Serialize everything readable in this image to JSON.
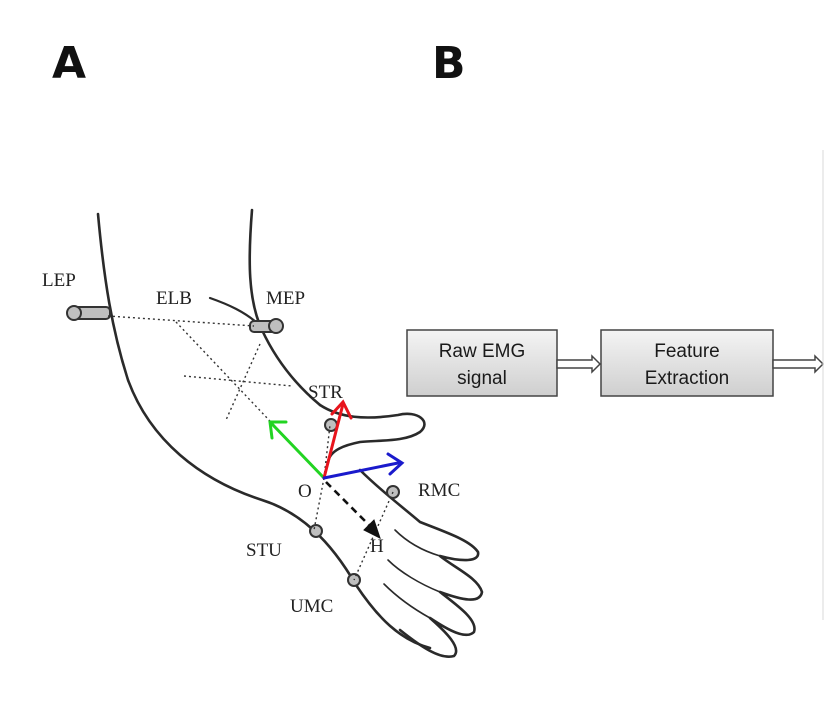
{
  "panels": {
    "a": "A",
    "b": "B"
  },
  "markers": {
    "lep": "LEP",
    "elb": "ELB",
    "mep": "MEP",
    "str": "STR",
    "o": "O",
    "rmc": "RMC",
    "stu": "STU",
    "h": "H",
    "umc": "UMC"
  },
  "flow": {
    "raw_emg_line1": "Raw EMG",
    "raw_emg_line2": "signal",
    "feature_line1": "Feature",
    "feature_line2": "Extraction"
  },
  "colors": {
    "axis_x": "#e8141c",
    "axis_y": "#1a1acc",
    "axis_z": "#22d422",
    "box_fill_top": "#f4f4f4",
    "box_fill_bottom": "#cfcfcf"
  }
}
